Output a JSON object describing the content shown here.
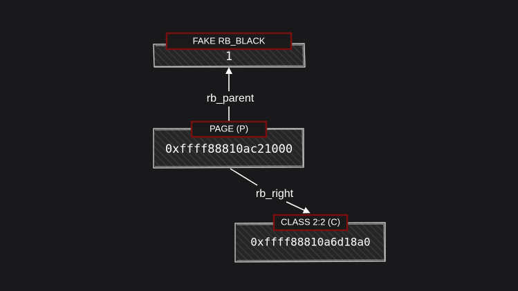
{
  "nodes": {
    "fake_rb_black": {
      "tag": "FAKE RB_BLACK",
      "value": "1"
    },
    "page": {
      "tag": "PAGE (P)",
      "value": "0xffff88810ac21000"
    },
    "class": {
      "tag": "CLASS 2:2 (C)",
      "value": "0xffff88810a6d18a0"
    }
  },
  "edges": {
    "rb_parent": {
      "label": "rb_parent"
    },
    "rb_right": {
      "label": "rb_right"
    }
  },
  "colors": {
    "background": "#19191b",
    "tag_border": "#7b0f0f",
    "box_border": "#d8d8d8",
    "text": "#ffffff"
  }
}
